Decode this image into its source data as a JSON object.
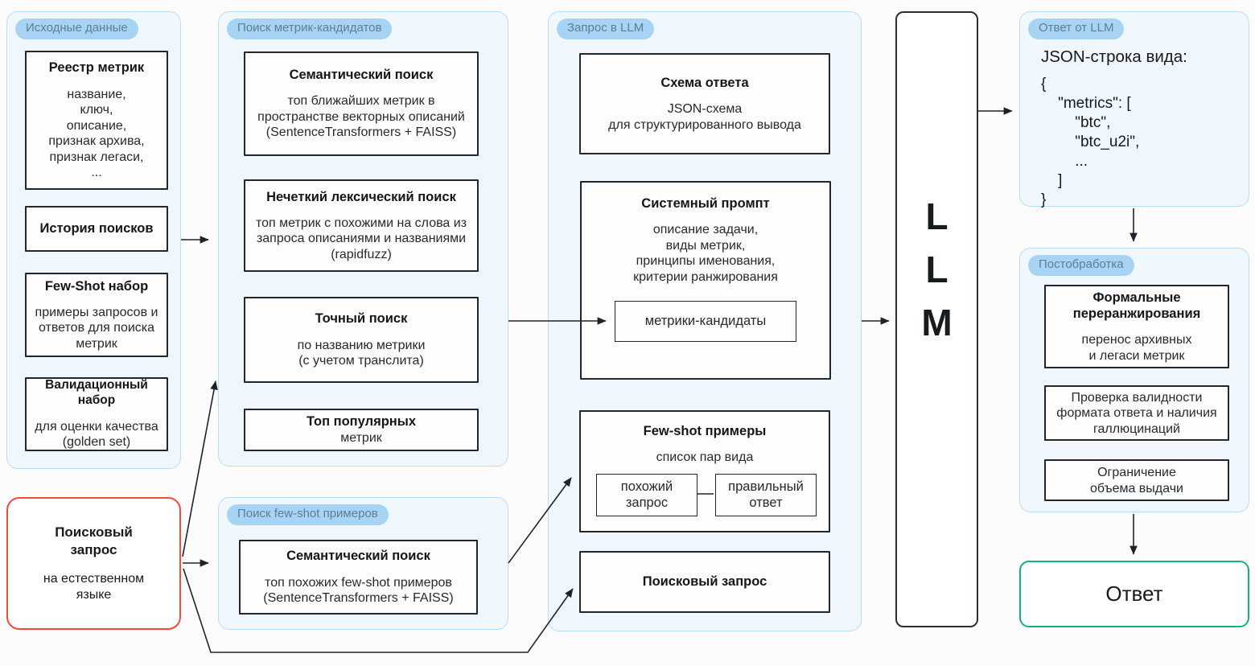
{
  "colors": {
    "panel_bg": "#f0f7fd",
    "panel_border": "#b9ddf6",
    "pill_bg": "#a7d4f4",
    "pill_text": "#5d7e93",
    "box_border": "#23272b",
    "accent_red": "#f5493c",
    "accent_green": "#12b182",
    "arrow": "#1f2328"
  },
  "source_panel": {
    "label": "Исходные данные",
    "registry_title": "Реестр метрик",
    "registry_body": "название,\nключ,\nописание,\nпризнак архива,\nпризнак легаси,\n...",
    "history_title": "История поисков",
    "fewshot_title": "Few-Shot набор",
    "fewshot_body": "примеры запросов и\nответов для поиска\nметрик",
    "validation_title": "Валидационный набор",
    "validation_body": "для оценки качества\n(golden set)"
  },
  "query_box": {
    "title": "Поисковый\nзапрос",
    "body": "на естественном\nязыке"
  },
  "candidates_panel": {
    "label": "Поиск метрик-кандидатов",
    "semantic_title": "Семантический поиск",
    "semantic_body": "топ ближайших метрик в\nпространстве векторных описаний\n(SentenceTransformers + FAISS)",
    "fuzzy_title": "Нечеткий лексический поиск",
    "fuzzy_body": "топ метрик с похожими на слова из\nзапроса описаниями и названиями\n(rapidfuzz)",
    "exact_title": "Точный поиск",
    "exact_body": "по названию метрики\n(с учетом транслита)",
    "top_title": "Топ популярных",
    "top_body": "метрик"
  },
  "fewshot_panel": {
    "label": "Поиск few-shot примеров",
    "semantic_title": "Семантический поиск",
    "semantic_body": "топ похожих few-shot примеров\n(SentenceTransformers + FAISS)"
  },
  "llm_request_panel": {
    "label": "Запрос в LLM",
    "schema_title": "Схема ответа",
    "schema_body": "JSON-схема\nдля структурированного вывода",
    "system_title": "Системный промпт",
    "system_body": "описание задачи,\nвиды метрик,\nпринципы именования,\nкритерии ранжирования",
    "candidates_chip": "метрики-кандидаты",
    "fewshot_title": "Few-shot примеры",
    "fewshot_body": "список пар вида",
    "pair_left": "похожий\nзапрос",
    "pair_right": "правильный\nответ",
    "query_title": "Поисковый запрос"
  },
  "llm_box": {
    "lines": [
      "L",
      "L",
      "M"
    ]
  },
  "llm_response_panel": {
    "label": "Ответ от LLM",
    "intro": "JSON-строка вида:",
    "json_lines": [
      "{",
      "    \"metrics\": [",
      "        \"btc\",",
      "        \"btc_u2i\",",
      "        ...",
      "    ]",
      "}"
    ]
  },
  "postprocess_panel": {
    "label": "Постобработка",
    "rerank_title": "Формальные\nпереранжирования",
    "rerank_body": "перенос архивных\nи легаси метрик",
    "validity_body": "Проверка валидности\nформата ответа и наличия\nгаллюцинаций",
    "limit_body": "Ограничение\nобъема выдачи"
  },
  "answer_box": {
    "title": "Ответ"
  }
}
